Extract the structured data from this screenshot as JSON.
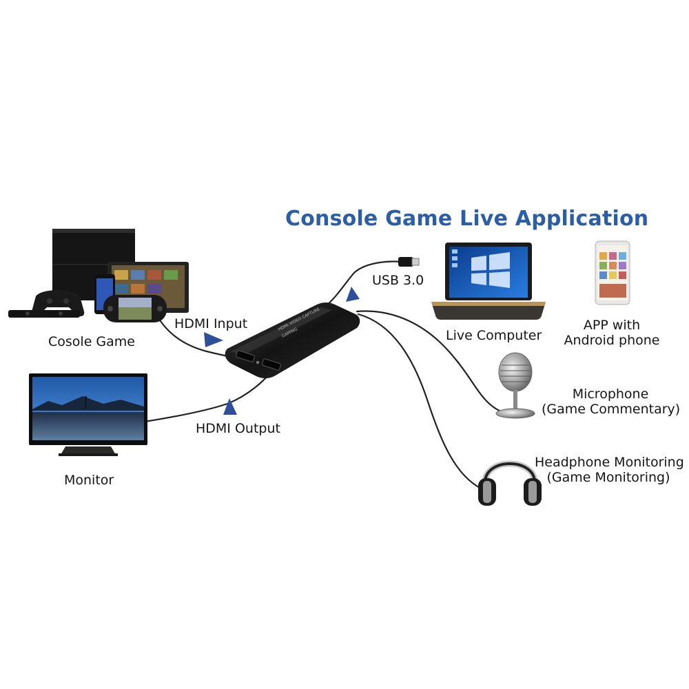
{
  "title": "Console Game Live Application",
  "labels": {
    "console_game": "Cosole Game",
    "hdmi_input": "HDMI Input",
    "monitor": "Monitor",
    "hdmi_output": "HDMI Output",
    "usb": "USB 3.0",
    "live_computer": "Live Computer",
    "app_line1": "APP with",
    "app_line2": "Android phone",
    "mic_line1": "Microphone",
    "mic_line2": "(Game Commentary)",
    "headphone_line1": "Headphone Monitoring",
    "headphone_line2": "(Game Monitoring)"
  },
  "device_text": {
    "brand_line1": "HDMI VIDEO CAPTURE",
    "brand_line2": "GAMING"
  },
  "colors": {
    "title": "#2b5ea7",
    "arrow": "#2f4f99",
    "cable": "#222222",
    "capture_device": "#1c1c1c"
  },
  "icons": [
    "console-icon",
    "monitor-icon",
    "capture-device-icon",
    "laptop-icon",
    "phone-icon",
    "microphone-icon",
    "headphones-icon",
    "usb-plug-icon"
  ]
}
